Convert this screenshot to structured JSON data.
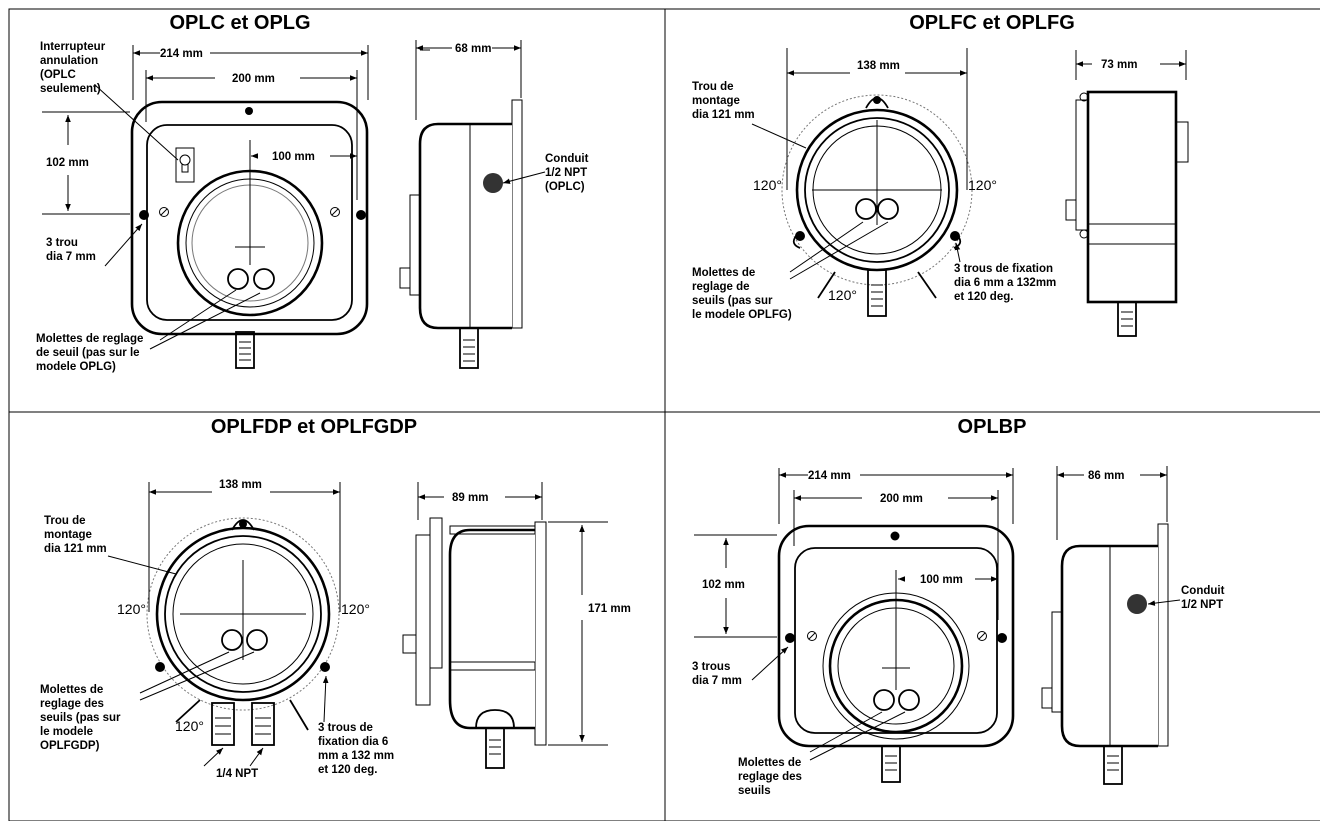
{
  "panels": {
    "oplc": {
      "title": "OPLC et OPLG",
      "dim_214": "214 mm",
      "dim_200": "200 mm",
      "dim_68": "68 mm",
      "dim_102": "102 mm",
      "dim_100": "100 mm",
      "switch_label": [
        "Interrupteur",
        "annulation",
        "(OPLC",
        "seulement)"
      ],
      "conduit_label": [
        "Conduit",
        "1/2 NPT",
        "(OPLC)"
      ],
      "hole_label": [
        "3 trou",
        "dia 7 mm"
      ],
      "knob_label": [
        "Molettes de reglage",
        "de seuil (pas sur le",
        "modele OPLG)"
      ]
    },
    "oplfc": {
      "title": "OPLFC et OPLFG",
      "dim_138": "138 mm",
      "dim_73": "73 mm",
      "mount_label": [
        "Trou de",
        "montage",
        "dia 121 mm"
      ],
      "angle_left": "120°",
      "angle_right": "120°",
      "angle_bottom": "120°",
      "knob_label": [
        "Molettes de",
        "reglage de",
        "seuils (pas sur",
        "le modele OPLFG)"
      ],
      "fix_label": [
        "3 trous de fixation",
        "dia 6 mm a 132mm",
        "et 120 deg."
      ]
    },
    "oplfdp": {
      "title": "OPLFDP et OPLFGDP",
      "dim_138": "138 mm",
      "dim_89": "89 mm",
      "dim_171": "171 mm",
      "mount_label": [
        "Trou de",
        "montage",
        "dia 121 mm"
      ],
      "angle_left": "120°",
      "angle_right": "120°",
      "angle_bottom": "120°",
      "knob_label": [
        "Molettes de",
        "reglage des",
        "seuils (pas sur",
        "le modele",
        "OPLFGDP)"
      ],
      "fix_label": [
        "3 trous de",
        "fixation dia 6",
        "mm a 132 mm",
        "et 120 deg."
      ],
      "npt_label": "1/4 NPT"
    },
    "oplbp": {
      "title": "OPLBP",
      "dim_214": "214 mm",
      "dim_200": "200 mm",
      "dim_86": "86 mm",
      "dim_102": "102 mm",
      "dim_100": "100 mm",
      "conduit_label": [
        "Conduit",
        "1/2 NPT"
      ],
      "hole_label": [
        "3 trous",
        "dia 7 mm"
      ],
      "knob_label": [
        "Molettes de",
        "reglage des",
        "seuils"
      ]
    }
  }
}
